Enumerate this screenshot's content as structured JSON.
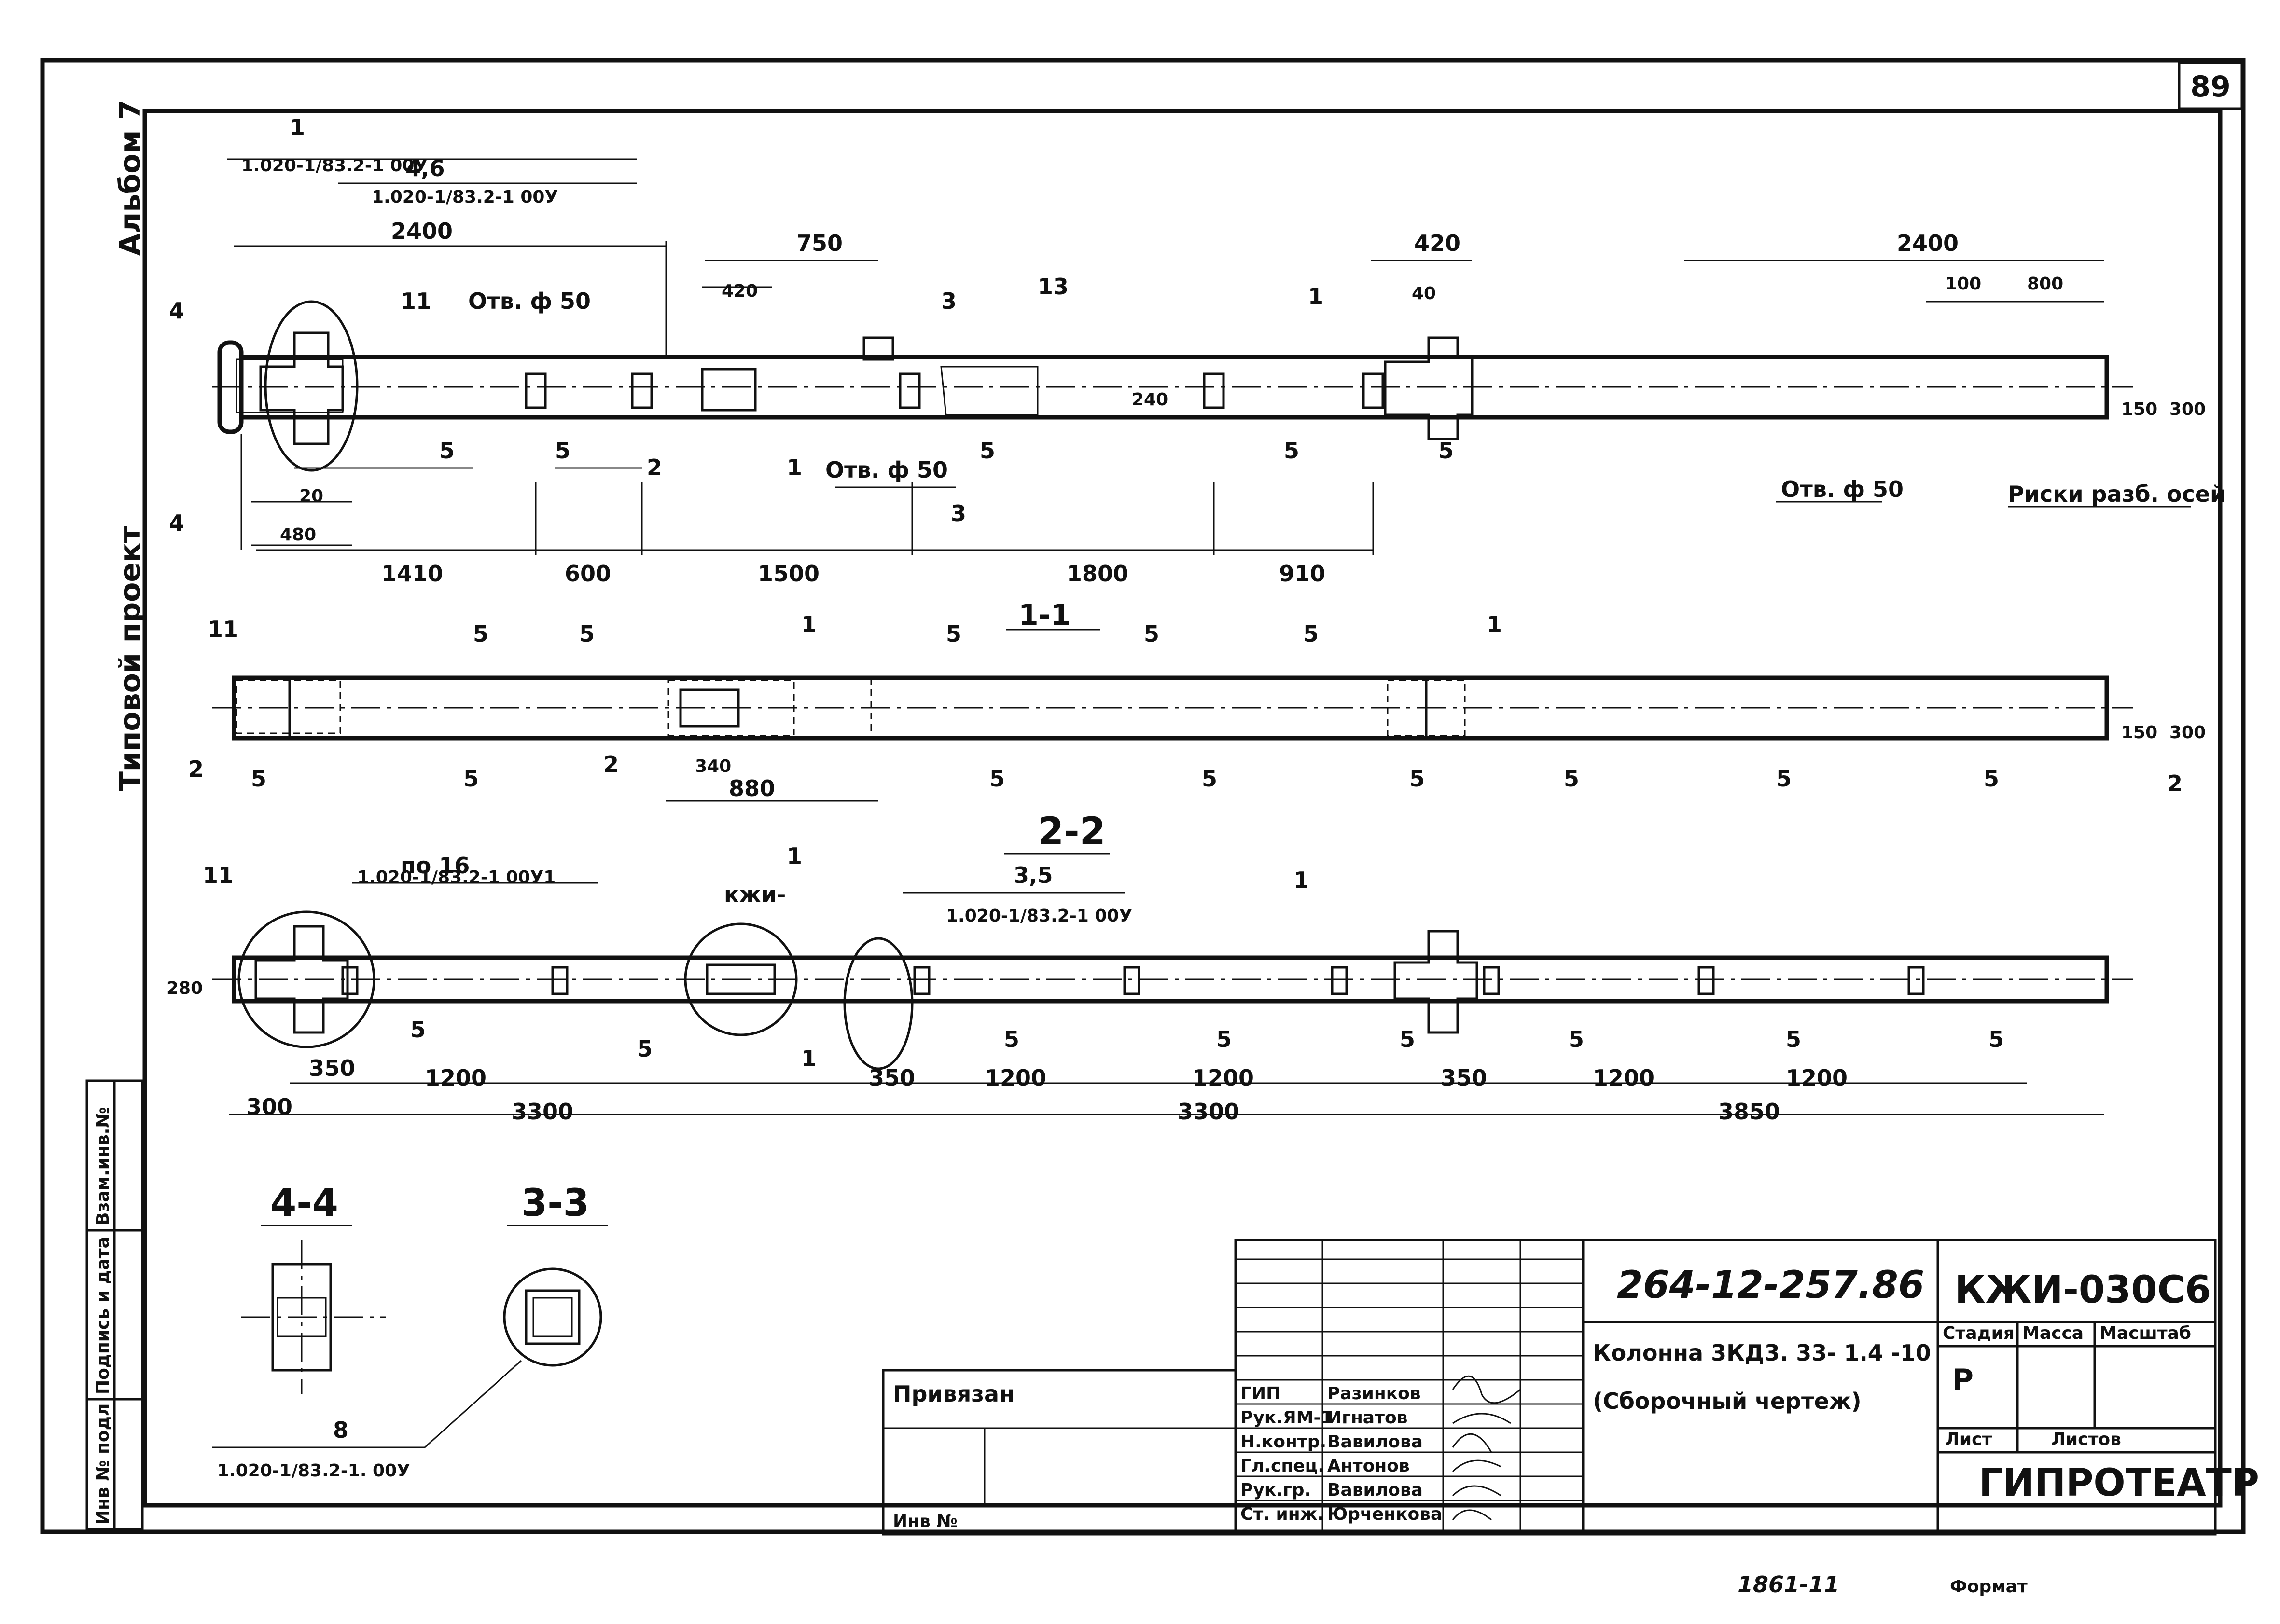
{
  "sheet_number": "89",
  "side_labels": {
    "album": "Альбом 7",
    "project": "Типовой проект",
    "stamp_col1": "Инв № подл",
    "stamp_col2": "Подпись и дата",
    "stamp_col3": "Взам.инв.№"
  },
  "view_top": {
    "dims_top": [
      "2400",
      "750",
      "420",
      "420",
      "2400",
      "100",
      "800"
    ],
    "dims_bottom": [
      "1410",
      "600",
      "1500",
      "1800",
      "910"
    ],
    "dims_small": [
      "480",
      "20",
      "240",
      "150",
      "300",
      "40"
    ],
    "callouts": [
      "1",
      "4,6",
      "11",
      "13",
      "1",
      "5",
      "5",
      "2",
      "1",
      "5",
      "5",
      "5",
      "3",
      "3",
      "4",
      "4"
    ],
    "ref_a": "1.020-1/83.2-1 00У",
    "ref_b": "1.020-1/83.2-1 00У",
    "hole_a": "Отв. ф 50",
    "hole_b": "Отв. ф 50",
    "hole_c": "Отв. ф 50",
    "marks": "Риски разб. осей"
  },
  "view_mid": {
    "section_title": "1-1",
    "dims": [
      "340",
      "880",
      "150",
      "300"
    ],
    "callouts": [
      "11",
      "5",
      "5",
      "1",
      "5",
      "5",
      "5",
      "1",
      "2",
      "5",
      "2",
      "5",
      "5",
      "5",
      "5",
      "5",
      "5",
      "5",
      "2"
    ]
  },
  "view_bottom": {
    "section_title": "2-2",
    "callout_a": "по 16",
    "ref_a": "1.020-1/83.2-1 00У1",
    "callout_b": "кжи-",
    "callout_c": "3,5",
    "ref_c": "1.020-1/83.2-1 00У",
    "dims_a": [
      "350",
      "1200",
      "350",
      "1200",
      "1200",
      "350",
      "1200",
      "1200"
    ],
    "dims_b": [
      "300",
      "3300",
      "3300",
      "3850"
    ],
    "dim_side": "280",
    "callouts": [
      "11",
      "1",
      "1",
      "1",
      "5",
      "5",
      "5",
      "5",
      "5",
      "5",
      "5",
      "5"
    ]
  },
  "sections": {
    "s44": "4-4",
    "s33": "3-3",
    "callout_8": "8",
    "ref_8": "1.020-1/83.2-1. 00У"
  },
  "title_block": {
    "doc_code": "264-12-257.86",
    "sheet_code": "КЖИ-030С6",
    "description_line1": "Колонна 3КД3. 33- 1.4 -10",
    "description_line2": "(Сборочный чертеж)",
    "stage_header": "Стадия",
    "mass_header": "Масса",
    "scale_header": "Масштаб",
    "stage_value": "Р",
    "sheet_header": "Лист",
    "sheets_header": "Листов",
    "org": "ГИПРОТЕАТР",
    "bound": "Привязан",
    "inv": "Инв №",
    "roles": [
      "ГИП",
      "Рук.ЯМ-1",
      "Н.контр.",
      "Гл.спец.",
      "Рук.гр.",
      "Ст. инж."
    ],
    "names": [
      "Разинков",
      "Игнатов",
      "Вавилова",
      "Антонов",
      "Вавилова",
      "Юрченкова"
    ],
    "below_left": "1861-11",
    "below_right": "Формат"
  }
}
